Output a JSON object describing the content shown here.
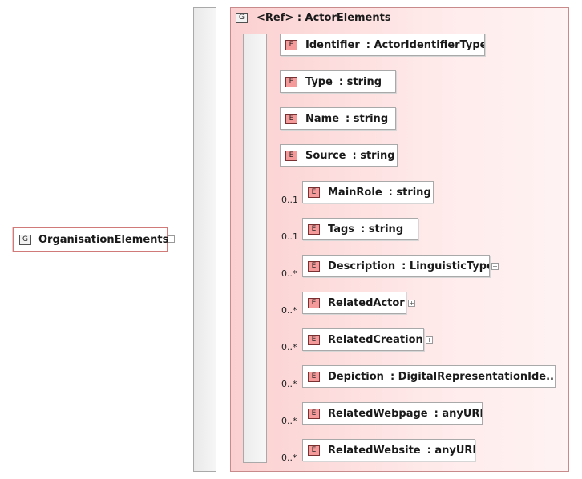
{
  "root": {
    "badge": "G",
    "label": "OrganisationElements",
    "expander": "−"
  },
  "group": {
    "badge": "G",
    "ref_label": "<Ref>",
    "type_label": ": ActorElements"
  },
  "elements": [
    {
      "badge": "E",
      "name": "Identifier",
      "type": ": ActorIdentifierType",
      "multiplicity": ""
    },
    {
      "badge": "E",
      "name": "Type",
      "type": ": string",
      "multiplicity": ""
    },
    {
      "badge": "E",
      "name": "Name",
      "type": ": string",
      "multiplicity": ""
    },
    {
      "badge": "E",
      "name": "Source",
      "type": ": string",
      "multiplicity": ""
    },
    {
      "badge": "E",
      "name": "MainRole",
      "type": ": string",
      "multiplicity": "0..1"
    },
    {
      "badge": "E",
      "name": "Tags",
      "type": ": string",
      "multiplicity": "0..1"
    },
    {
      "badge": "E",
      "name": "Description",
      "type": ": LinguisticType",
      "multiplicity": "0..*",
      "expander": "+"
    },
    {
      "badge": "E",
      "name": "RelatedActor",
      "type": "",
      "multiplicity": "0..*",
      "expander": "+"
    },
    {
      "badge": "E",
      "name": "RelatedCreation",
      "type": "",
      "multiplicity": "0..*",
      "expander": "+"
    },
    {
      "badge": "E",
      "name": "Depiction",
      "type": ": DigitalRepresentationIde...",
      "multiplicity": "0..*"
    },
    {
      "badge": "E",
      "name": "RelatedWebpage",
      "type": ": anyURI",
      "multiplicity": "0..*"
    },
    {
      "badge": "E",
      "name": "RelatedWebsite",
      "type": ": anyURI",
      "multiplicity": "0..*"
    }
  ]
}
